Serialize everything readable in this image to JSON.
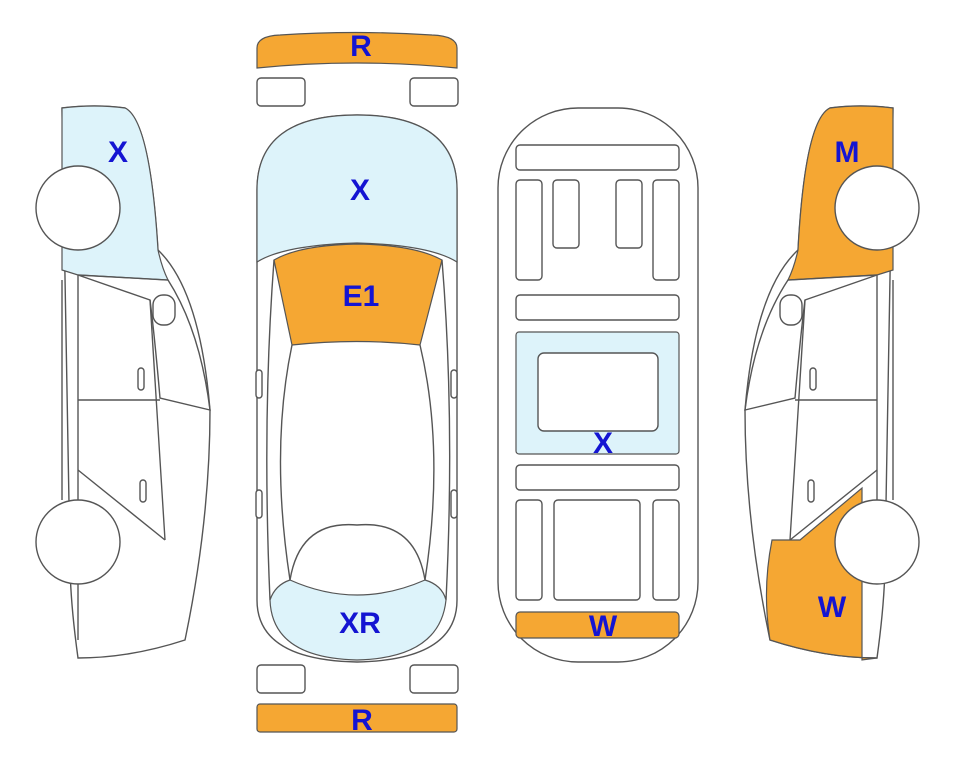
{
  "colors": {
    "orange": "#F5A733",
    "light_blue": "#DDF3FA",
    "label_blue": "#1414D2",
    "outline": "#555555"
  },
  "views": {
    "left_side": {
      "front_label": "X"
    },
    "top": {
      "front_bumper_label": "R",
      "hood_label": "X",
      "windshield_label": "E1",
      "rear_window_label": "XR",
      "rear_bumper_label": "R"
    },
    "underbody": {
      "center_panel_label": "X",
      "rear_panel_label": "W"
    },
    "right_side": {
      "front_label": "M",
      "rear_label": "W"
    }
  }
}
